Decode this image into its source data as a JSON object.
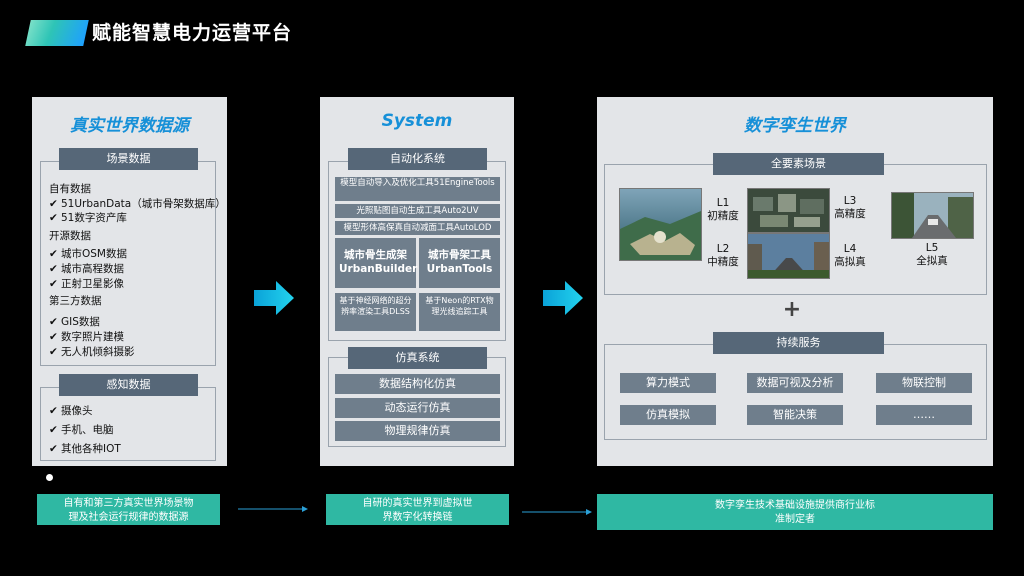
{
  "header": {
    "title": "赋能智慧电力运营平台"
  },
  "left": {
    "title": "真实世界数据源",
    "scene_header": "场景数据",
    "own_label": "自有数据",
    "own_items": [
      "51UrbanData（城市骨架数据库）",
      "51数字资产库"
    ],
    "open_label": "开源数据",
    "open_items": [
      "城市OSM数据",
      "城市高程数据",
      "正射卫星影像"
    ],
    "third_label": "第三方数据",
    "third_items": [
      "GIS数据",
      "数字照片建模",
      "无人机倾斜摄影"
    ],
    "sense_header": "感知数据",
    "sense_items": [
      "摄像头",
      "手机、电脑",
      "其他各种IOT"
    ],
    "caption": "自有和第三方真实世界场景物理及社会运行规律的数据源"
  },
  "middle": {
    "title": "System",
    "auto_header": "自动化系统",
    "tool1": "模型自动导入及优化工具51EngineTools",
    "tool2": "光照贴图自动生成工具Auto2UV",
    "tool3": "模型形体高保真自动减面工具AutoLOD",
    "big1": "城市骨生成架UrbanBuilder",
    "big2": "城市骨架工具UrbanTools",
    "small1": "基于神经网络的超分辨率渲染工具DLSS",
    "small2": "基于Neon的RTX物理光线追踪工具",
    "sim_header": "仿真系统",
    "sim_items": [
      "数据结构化仿真",
      "动态运行仿真",
      "物理规律仿真"
    ],
    "caption": "自研的真实世界到虚拟世界数字化转换链"
  },
  "right": {
    "title": "数字孪生世界",
    "elements_header": "全要素场景",
    "levels": [
      {
        "code": "L1",
        "name": "初精度"
      },
      {
        "code": "L2",
        "name": "中精度"
      },
      {
        "code": "L3",
        "name": "高精度"
      },
      {
        "code": "L4",
        "name": "高拟真"
      },
      {
        "code": "L5",
        "name": "全拟真"
      }
    ],
    "plus": "+",
    "service_header": "持续服务",
    "services": [
      "算力模式",
      "数据可视及分析",
      "物联控制",
      "仿真模拟",
      "智能决策",
      "……"
    ],
    "caption": "数字孪生技术基础设施提供商行业标准制定者"
  },
  "colors": {
    "accent": "#1690d8",
    "teal": "#2fb8a3",
    "arrow": "#20c0e8"
  }
}
